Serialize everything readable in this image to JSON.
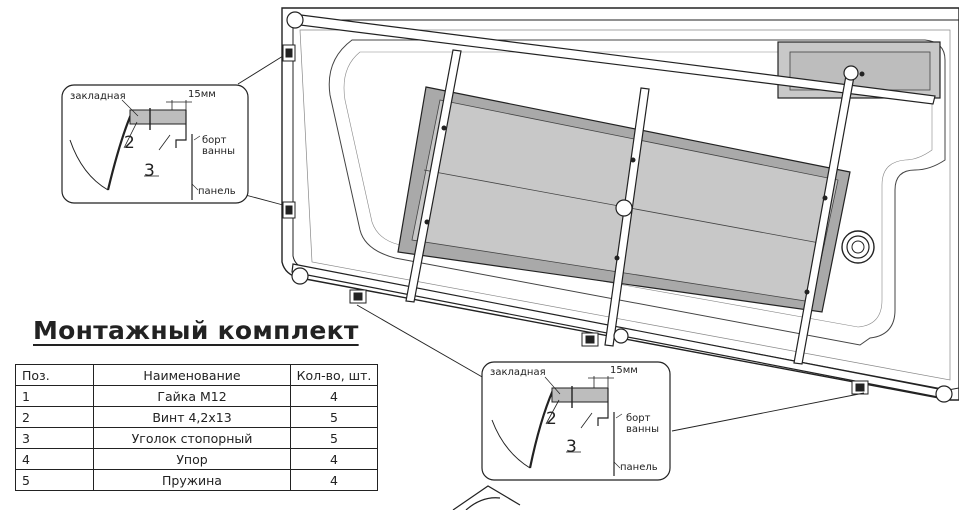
{
  "title": "Монтажный комплект",
  "detail_top": {
    "embed_label": "закладная",
    "gap_label": "15мм",
    "rim_label_1": "борт",
    "rim_label_2": "ванны",
    "panel_label": "панель",
    "callout_2": "2",
    "callout_3": "3"
  },
  "detail_bottom": {
    "embed_label": "закладная",
    "gap_label": "15мм",
    "rim_label_1": "борт",
    "rim_label_2": "ванны",
    "panel_label": "панель",
    "callout_2": "2",
    "callout_3": "3"
  },
  "table": {
    "headers": [
      "Поз.",
      "Наименование",
      "Кол-во, шт."
    ],
    "rows": [
      [
        "1",
        "Гайка М12",
        "4"
      ],
      [
        "2",
        "Винт 4,2х13",
        "5"
      ],
      [
        "3",
        "Уголок стопорный",
        "5"
      ],
      [
        "4",
        "Упор",
        "4"
      ],
      [
        "5",
        "Пружина",
        "4"
      ]
    ]
  },
  "colors": {
    "line": "#222222",
    "panel_fill": "#c8c8c8",
    "frame_fill": "#a9a9a9"
  }
}
